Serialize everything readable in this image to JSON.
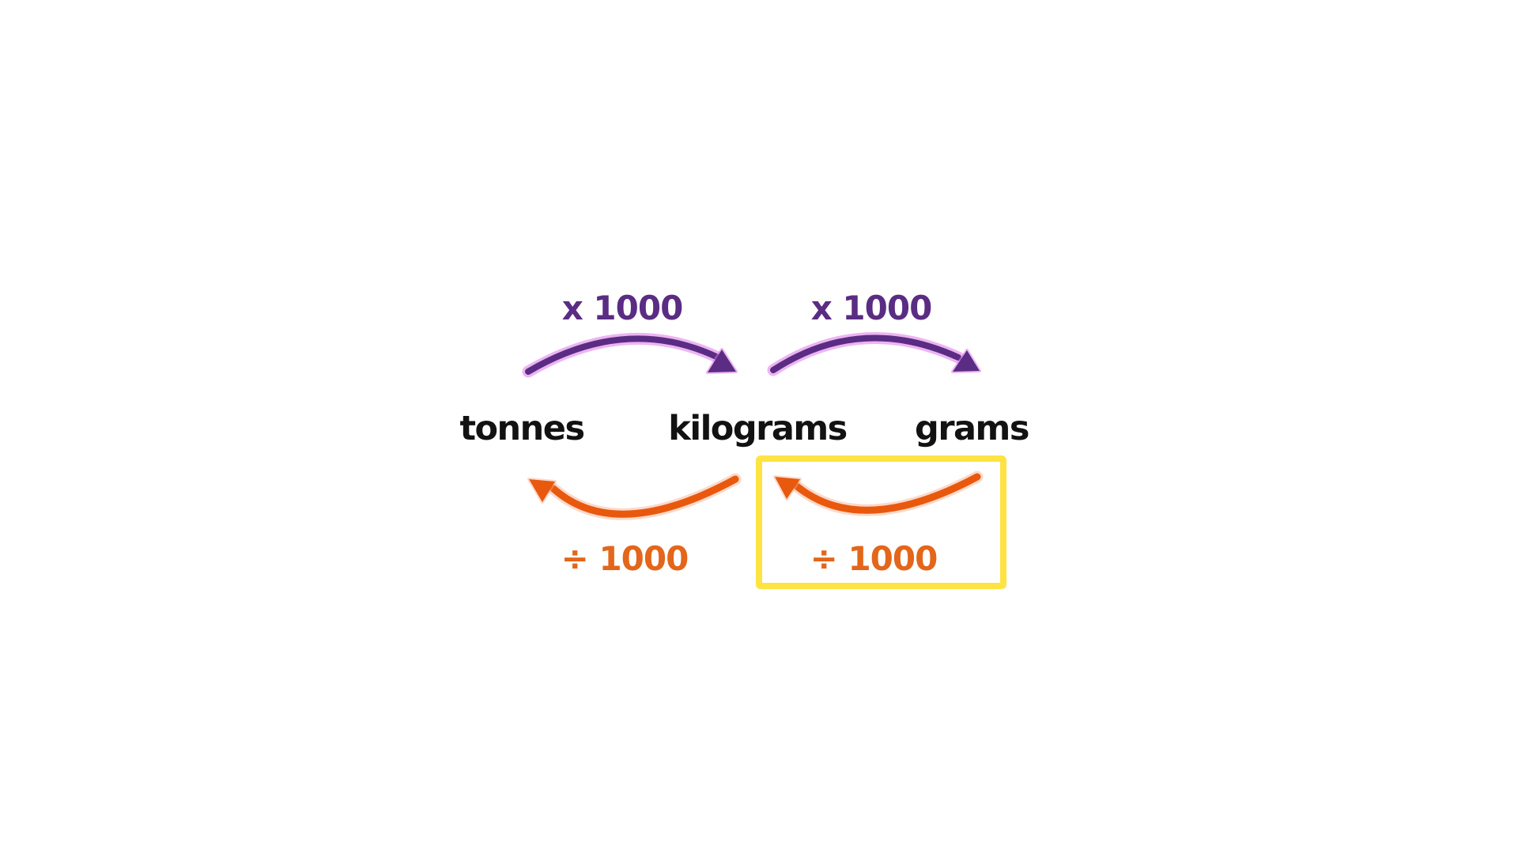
{
  "diagram": {
    "units": [
      {
        "id": "tonnes",
        "label": "tonnes"
      },
      {
        "id": "kilograms",
        "label": "kilograms"
      },
      {
        "id": "grams",
        "label": "grams"
      }
    ],
    "multiply_arrows": [
      {
        "label": "x 1000",
        "from": "tonnes",
        "to": "kilograms",
        "direction": "right"
      },
      {
        "label": "x 1000",
        "from": "kilograms",
        "to": "grams",
        "direction": "right"
      }
    ],
    "divide_arrows": [
      {
        "label": "÷ 1000",
        "from": "kilograms",
        "to": "tonnes",
        "direction": "left",
        "highlighted": false
      },
      {
        "label": "÷ 1000",
        "from": "grams",
        "to": "kilograms",
        "direction": "left",
        "highlighted": true
      }
    ]
  },
  "colors": {
    "background": "#FFFFFF",
    "unit_text": "#121212",
    "multiply_purple": "#5B2C83",
    "purple_glow": "#DC79E8",
    "divide_orange": "#E3661B",
    "arrow_orange": "#E8590E",
    "orange_glow": "#F7AA8C",
    "highlight_yellow": "#FEE343"
  }
}
